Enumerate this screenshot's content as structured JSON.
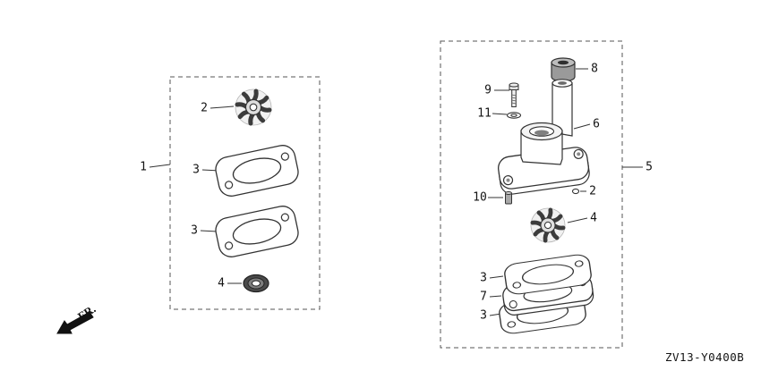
{
  "footer": {
    "code": "ZV13-Y0400B"
  },
  "fr_arrow": {
    "label": "FR."
  },
  "left_assembly": {
    "group_label": "1",
    "impeller_label": "2",
    "gasket_top_label": "3",
    "gasket_bottom_label": "3",
    "seal_label": "4"
  },
  "right_assembly": {
    "group_label": "5",
    "grommet_label": "8",
    "bolt_label": "9",
    "washer_label": "11",
    "housing_label": "6",
    "pin_label": "2",
    "dowel_label": "10",
    "impeller_label": "4",
    "gasket_top_label": "3",
    "plate_label": "7",
    "gasket_bottom_label": "3"
  }
}
